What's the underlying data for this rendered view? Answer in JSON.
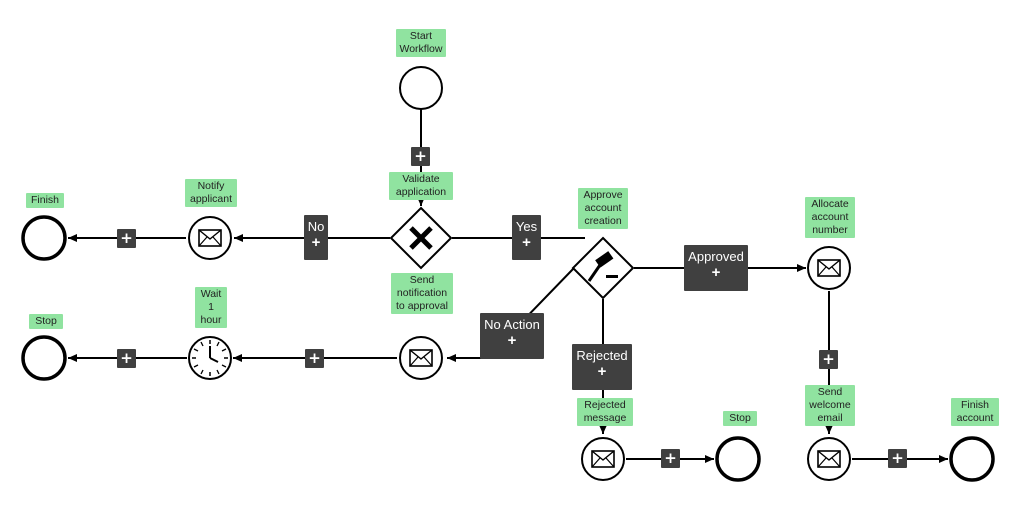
{
  "labels": {
    "start_workflow": "Start Workflow",
    "validate_application": "Validate application",
    "finish": "Finish",
    "notify_applicant": "Notify applicant",
    "approve_account_creation": "Approve account creation",
    "allocate_account_number": "Allocate account number",
    "stop_left": "Stop",
    "wait_1_hour": "Wait 1 hour",
    "send_notification_to_approval": "Send notification to approval",
    "rejected_message": "Rejected message",
    "stop_bottom": "Stop",
    "send_welcome_email": "Send welcome email",
    "finish_account": "Finish account"
  },
  "branches": {
    "no": "No",
    "yes": "Yes",
    "approved": "Approved",
    "no_action": "No Action",
    "rejected": "Rejected"
  },
  "plus_symbol": "+",
  "colors": {
    "label_bg": "#90e3a0",
    "button_bg": "#404040",
    "stroke": "#000000"
  }
}
